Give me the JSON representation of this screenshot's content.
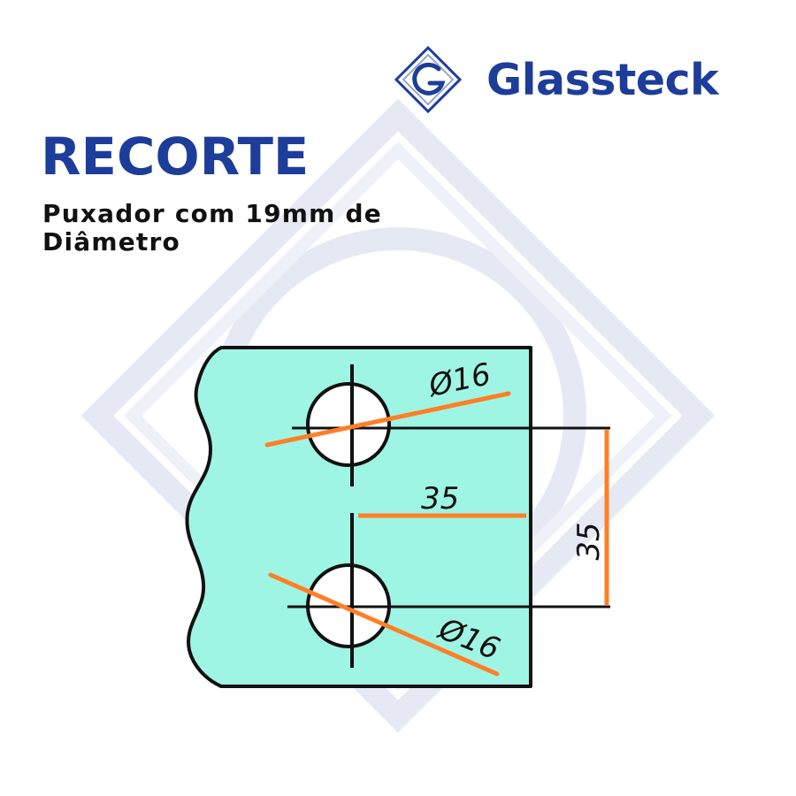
{
  "brand": {
    "name": "Glassteck",
    "logo_icon": "glassteck-g-logo-icon",
    "color": "#1d3d9a"
  },
  "heading": {
    "title": "RECORTE",
    "subtitle": "Puxador com 19mm de Diâmetro"
  },
  "diagram": {
    "glass_color": "#9ff5e3",
    "dimension_color": "#ff7f27",
    "upper_hole_label": "Ø16",
    "lower_hole_label": "Ø16",
    "horizontal_label": "35",
    "vertical_label": "35"
  }
}
